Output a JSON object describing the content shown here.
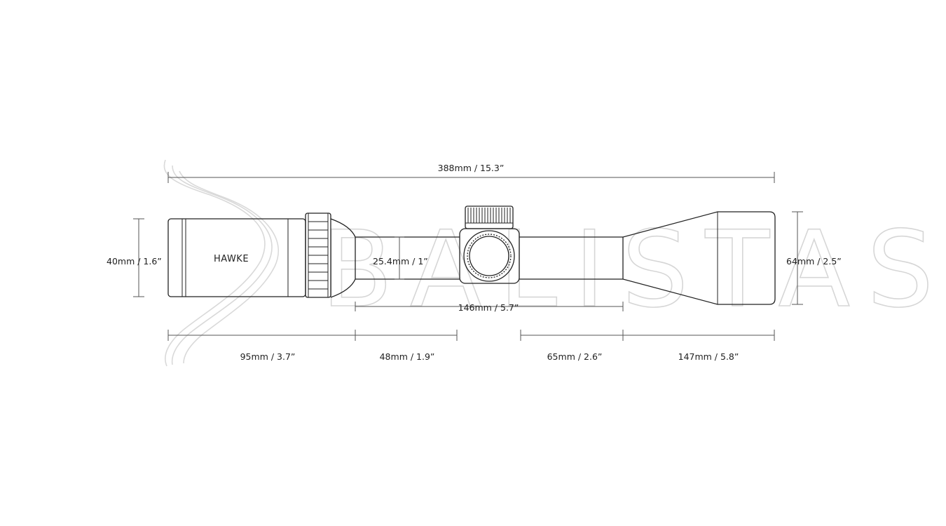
{
  "watermark": {
    "text": "BALISTAS",
    "logo_icon": "balistas-wave-logo-icon"
  },
  "scope": {
    "brand": "HAWKE"
  },
  "dimensions": {
    "overall_length": "388mm / 15.3”",
    "ocular_diameter": "40mm / 1.6”",
    "tube_diameter": "25.4mm / 1”",
    "objective_diameter": "64mm / 2.5”",
    "mounting_length": "146mm / 5.7”",
    "ocular_length": "95mm / 3.7”",
    "front_tube_length": "48mm / 1.9”",
    "rear_tube_length": "65mm / 2.6”",
    "objective_length": "147mm / 5.8”"
  }
}
